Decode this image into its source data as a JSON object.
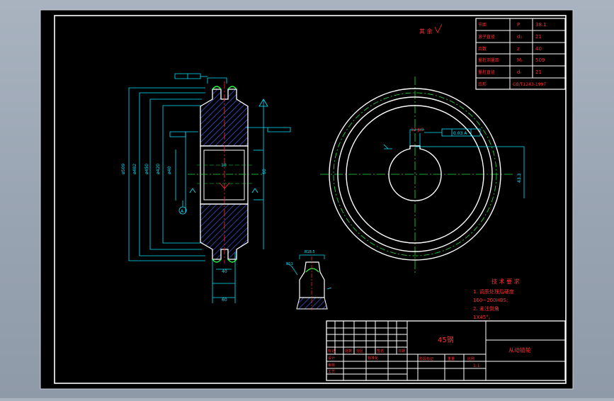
{
  "drawing": {
    "param_table": {
      "rows": [
        {
          "label": "节距",
          "symbol": "P",
          "value": "38.1"
        },
        {
          "label": "滚子直径",
          "symbol": "d₁",
          "value": "21"
        },
        {
          "label": "齿数",
          "symbol": "z",
          "value": "40"
        },
        {
          "label": "量柱测量距",
          "symbol": "Mᵣ",
          "value": "509"
        },
        {
          "label": "量柱直径",
          "symbol": "dᵣ",
          "value": "21"
        },
        {
          "label": "齿形",
          "symbol": "GB/T1243-1997",
          "value": ""
        }
      ]
    },
    "top_note": "其 余",
    "labels": {
      "tol_a": "0.02 A",
      "tol_b": "0.03 A",
      "datum": "A",
      "dim_10": "10",
      "dim_40": "40",
      "dim_60": "60"
    },
    "tech_requirements": {
      "title": "技 术 要 求",
      "lines": [
        "1. 调质处理后硬度",
        "160~200HBS;",
        "2. 未注倒角",
        "1X45°。"
      ]
    },
    "title_block": {
      "material": "45钢",
      "part_name": "从动链轮",
      "scale": "1:1"
    },
    "colors": {
      "paper": "#000000",
      "frame": "#ffffff",
      "dim": "#00e5ff",
      "text_red": "#ff3030",
      "center": "#25e03a",
      "hatch": "#3a4fd8",
      "green_edge": "#2cff4a"
    }
  }
}
